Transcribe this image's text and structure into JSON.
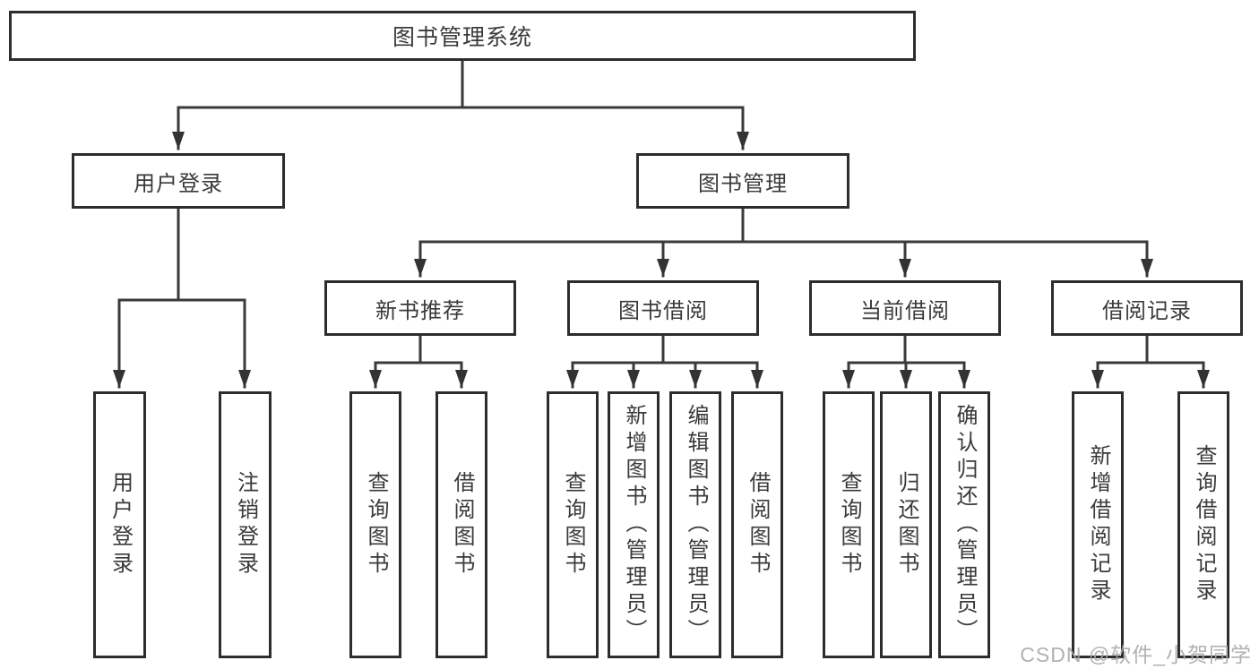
{
  "diagram": {
    "type": "hierarchy-tree",
    "title": "图书管理系统",
    "colors": {
      "background": "#ffffff",
      "box_border": "#2d2d2d",
      "line": "#3a3a3a",
      "text": "#3a3a3a",
      "watermark": "#a8a8a8"
    },
    "nodes": {
      "root": {
        "label": "图书管理系统"
      },
      "user_login": {
        "label": "用户登录"
      },
      "book_mgmt": {
        "label": "图书管理"
      },
      "new_book": {
        "label": "新书推荐"
      },
      "book_borrow": {
        "label": "图书借阅"
      },
      "cur_borrow": {
        "label": "当前借阅"
      },
      "record": {
        "label": "借阅记录"
      },
      "a1": {
        "label": "用户登录"
      },
      "a2": {
        "label": "注销登录"
      },
      "b1": {
        "label": "查询图书"
      },
      "b2": {
        "label": "借阅图书"
      },
      "c1": {
        "label": "查询图书"
      },
      "c2": {
        "label": "新增图书（管理员）"
      },
      "c3": {
        "label": "编辑图书（管理员）"
      },
      "c4": {
        "label": "借阅图书"
      },
      "d1": {
        "label": "查询图书"
      },
      "d2": {
        "label": "归还图书"
      },
      "d3": {
        "label": "确认归还（管理员）"
      },
      "e1": {
        "label": "新增借阅记录"
      },
      "e2": {
        "label": "查询借阅记录"
      }
    },
    "hierarchy": {
      "图书管理系统": [
        "用户登录",
        "图书管理"
      ],
      "用户登录": [
        "用户登录",
        "注销登录"
      ],
      "图书管理": [
        "新书推荐",
        "图书借阅",
        "当前借阅",
        "借阅记录"
      ],
      "新书推荐": [
        "查询图书",
        "借阅图书"
      ],
      "图书借阅": [
        "查询图书",
        "新增图书（管理员）",
        "编辑图书（管理员）",
        "借阅图书"
      ],
      "当前借阅": [
        "查询图书",
        "归还图书",
        "确认归还（管理员）"
      ],
      "借阅记录": [
        "新增借阅记录",
        "查询借阅记录"
      ]
    }
  },
  "watermark": {
    "text": "CSDN @软件_小贺同学"
  }
}
